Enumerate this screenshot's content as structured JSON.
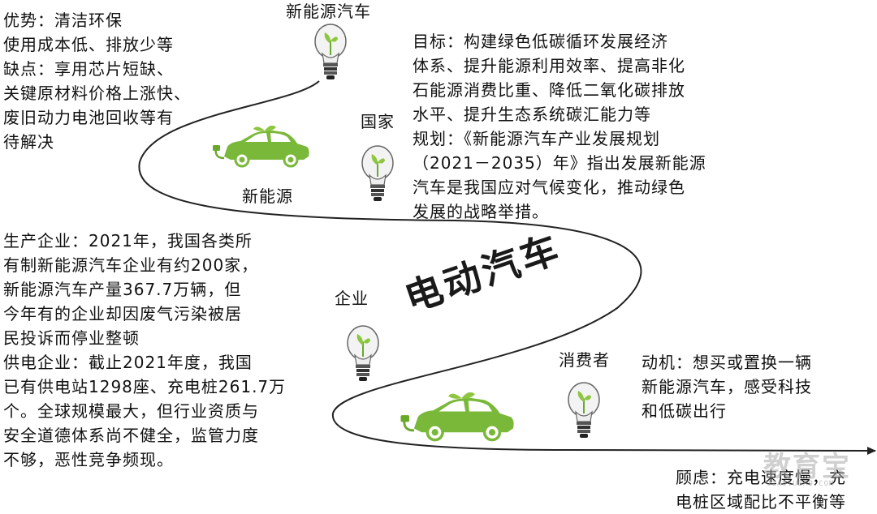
{
  "center_title": "电动汽车",
  "nodes": {
    "nev": "新能源汽车",
    "new_energy": "新能源",
    "country": "国家",
    "enterprise": "企业",
    "consumer": "消费者"
  },
  "blocks": {
    "nev_info": "  优势：清洁环保\n使用成本低、排放少等\n  缺点：享用芯片短缺、\n关键原材料价格上涨快、\n废旧动力电池回收等有\n待解决",
    "country_info": "  目标：构建绿色低碳循环发展经济\n体系、提升能源利用效率、提高非化\n石能源消费比重、降低二氧化碳排放\n水平、提升生态系统碳汇能力等\n  规划：《新能源汽车产业发展规划\n（2021－2035）年》指出发展新能源\n汽车是我国应对气候变化，推动绿色\n发展的战略举措。",
    "enterprise_info": "  生产企业：2021年，我国各类所\n有制新能源汽车企业有约200家，\n新能源汽车产量367.7万辆，但\n今年有的企业却因废气污染被居\n民投诉而停业整顿\n  供电企业：截止2021年度，我国\n已有供电站1298座、充电桩261.7万\n个。全球规模最大，但行业资质与\n安全道德体系尚不健全，监管力度\n不够，恶性竞争频现。",
    "consumer_motive": "动机：想买或置换一辆\n新能源汽车，感受科技\n和低碳出行",
    "consumer_concern": "顾虑：充电速度慢，充\n电桩区域配比不平衡等"
  },
  "watermark": {
    "main": "教育宝",
    "sub": "JIAOYUBAO.COM"
  },
  "colors": {
    "car_green": "#7ab83a",
    "car_dark": "#5a9a22",
    "leaf_green": "#8dc63f",
    "line": "#222222"
  },
  "icons": [
    "light-bulb-icon",
    "electric-car-icon"
  ]
}
